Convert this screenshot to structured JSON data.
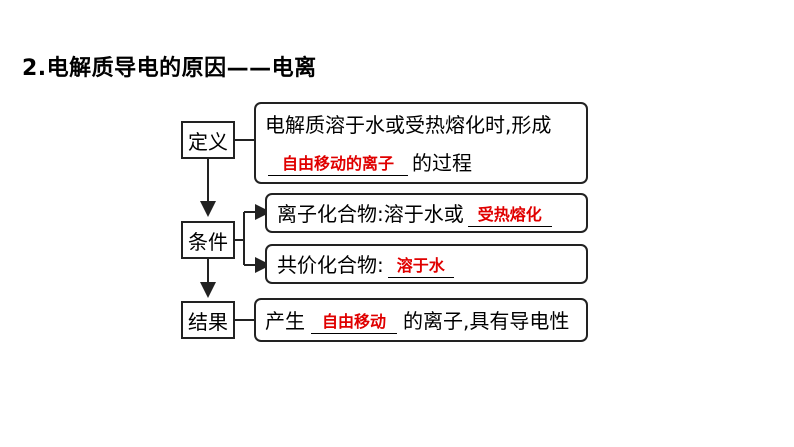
{
  "title": "2.电解质导电的原因——电离",
  "definition": {
    "label": "定义",
    "line1": "电解质溶于水或受热熔化时,形成",
    "answer": "自由移动的离子",
    "line2_suffix": "的过程"
  },
  "conditions": {
    "label": "条件",
    "ionic": {
      "prefix": "离子化合物:溶于水或",
      "answer": "受热熔化"
    },
    "covalent": {
      "prefix": "共价化合物:",
      "answer": "溶于水"
    }
  },
  "result": {
    "label": "结果",
    "prefix": "产生",
    "answer": "自由移动",
    "suffix": "的离子,具有导电性"
  },
  "colors": {
    "answer": "#e00000",
    "border": "#222222"
  }
}
